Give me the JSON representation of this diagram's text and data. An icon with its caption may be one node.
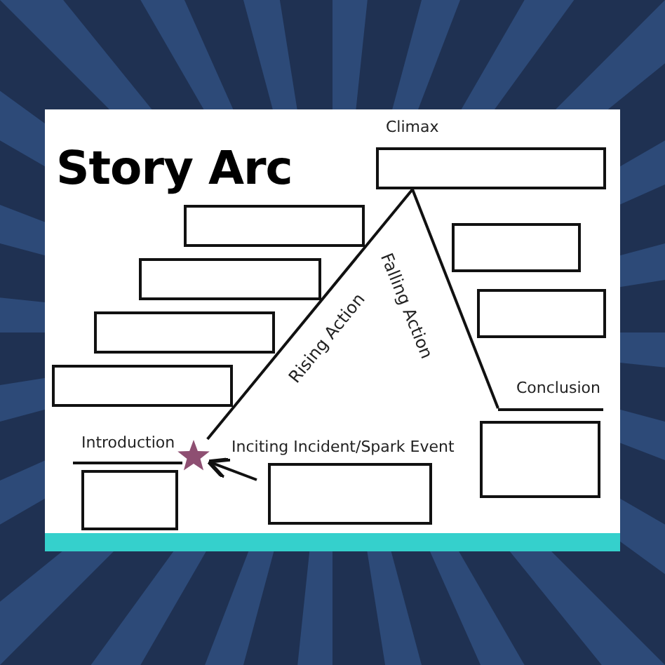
{
  "diagram": {
    "title": "Story Arc",
    "nodes": [
      {
        "text": [
          "Climax"
        ]
      },
      {
        "text": [],
        "shape": "box"
      },
      {
        "text": [],
        "shape": "box"
      },
      {
        "text": [],
        "shape": "box"
      },
      {
        "text": [],
        "shape": "box"
      },
      {
        "text": [],
        "shape": "box"
      },
      {
        "text": [],
        "shape": "box"
      },
      {
        "text": [
          "Conclusion"
        ]
      },
      {
        "text": [
          "Introduction"
        ]
      },
      {
        "text": [
          "Inciting Incident/Spark Event"
        ]
      },
      {
        "text": [],
        "shape": "star"
      }
    ],
    "edges": [
      {
        "from": 10,
        "to": 0,
        "arrow": "none",
        "label": "Rising Action"
      },
      {
        "from": 0,
        "to": 7,
        "arrow": "none",
        "label": "Falling Action"
      },
      {
        "from": 9,
        "to": 10,
        "arrow": "to"
      }
    ]
  }
}
